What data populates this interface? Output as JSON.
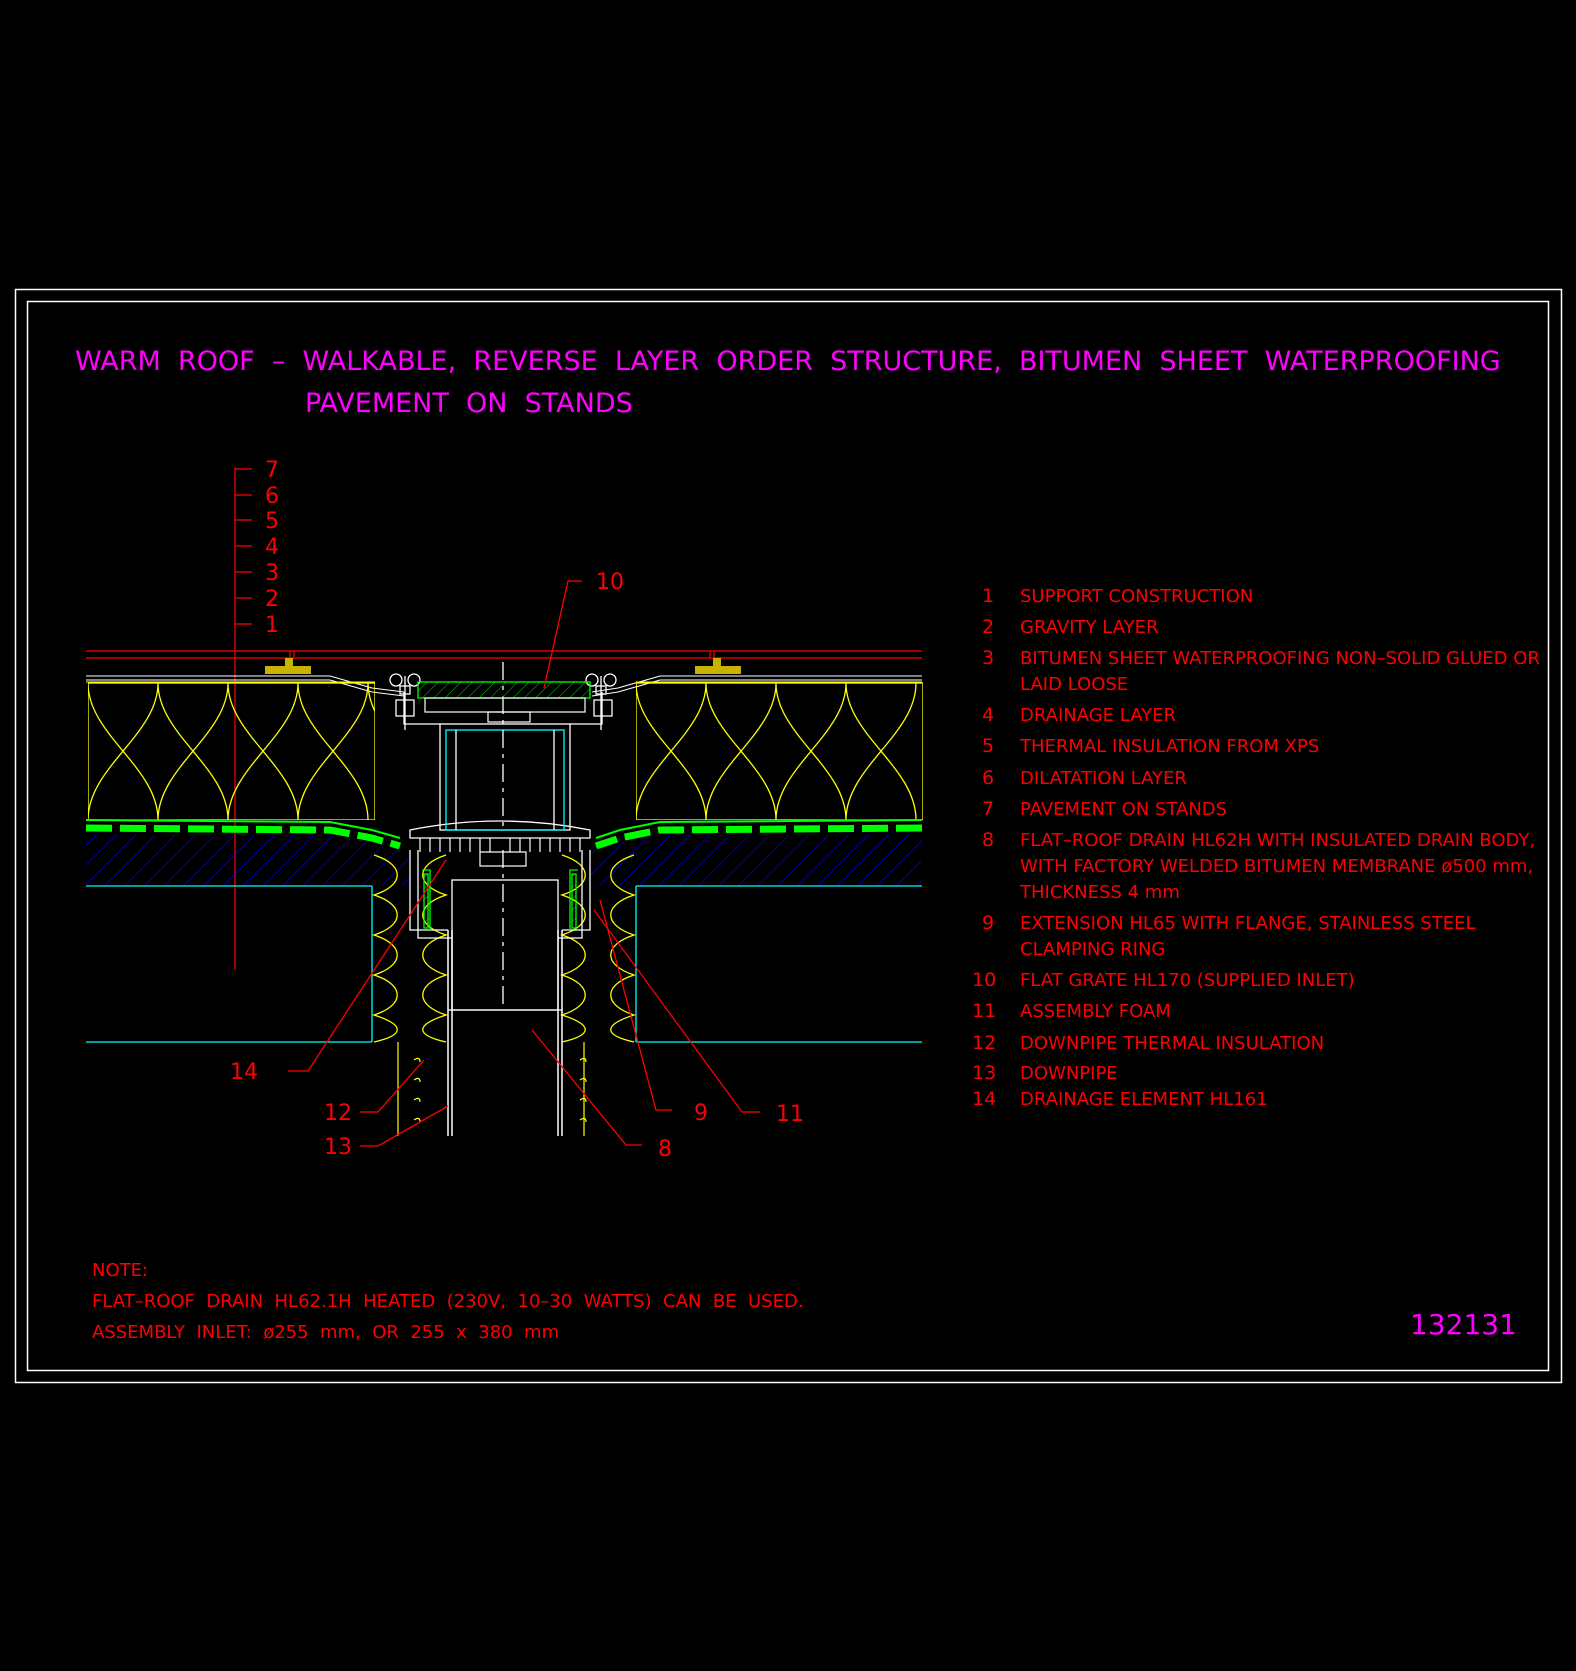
{
  "title": {
    "line1": "WARM  ROOF  –  WALKABLE,  REVERSE  LAYER  ORDER  STRUCTURE,  BITUMEN  SHEET  WATERPROOFING",
    "line2": "PAVEMENT  ON  STANDS"
  },
  "layer_ticks": [
    "7",
    "6",
    "5",
    "4",
    "3",
    "2",
    "1"
  ],
  "callouts": {
    "c10": "10",
    "c14": "14",
    "c12": "12",
    "c13": "13",
    "c8": "8",
    "c9": "9",
    "c11": "11"
  },
  "legend": [
    {
      "num": "1",
      "lines": [
        "SUPPORT  CONSTRUCTION"
      ]
    },
    {
      "num": "2",
      "lines": [
        "GRAVITY  LAYER"
      ]
    },
    {
      "num": "3",
      "lines": [
        "BITUMEN  SHEET  WATERPROOFING  NON–SOLID  GLUED  OR",
        "LAID  LOOSE"
      ]
    },
    {
      "num": "4",
      "lines": [
        "DRAINAGE  LAYER"
      ]
    },
    {
      "num": "5",
      "lines": [
        "THERMAL  INSULATION  FROM  XPS"
      ]
    },
    {
      "num": "6",
      "lines": [
        "DILATATION  LAYER"
      ]
    },
    {
      "num": "7",
      "lines": [
        "PAVEMENT  ON  STANDS"
      ]
    },
    {
      "num": "8",
      "lines": [
        "FLAT–ROOF  DRAIN  HL62H  WITH  INSULATED  DRAIN  BODY,",
        "WITH  FACTORY  WELDED  BITUMEN  MEMBRANE  ø500  mm,",
        "THICKNESS  4  mm"
      ]
    },
    {
      "num": "9",
      "lines": [
        "EXTENSION  HL65  WITH  FLANGE,  STAINLESS  STEEL",
        "CLAMPING  RING"
      ]
    },
    {
      "num": "10",
      "lines": [
        "FLAT  GRATE  HL170  (SUPPLIED  INLET)"
      ]
    },
    {
      "num": "11",
      "lines": [
        "ASSEMBLY  FOAM"
      ]
    },
    {
      "num": "12",
      "lines": [
        "DOWNPIPE  THERMAL  INSULATION"
      ]
    },
    {
      "num": "13",
      "lines": [
        "DOWNPIPE"
      ]
    },
    {
      "num": "14",
      "lines": [
        "DRAINAGE  ELEMENT  HL161"
      ]
    }
  ],
  "note": {
    "heading": "NOTE:",
    "line1": "FLAT–ROOF  DRAIN  HL62.1H  HEATED  (230V,  10–30  WATTS)  CAN  BE  USED.",
    "line2": "ASSEMBLY  INLET:  ø255  mm,  OR  255  x  380  mm"
  },
  "drawing_number": "132131",
  "colors": {
    "background": "#000000",
    "frame": "#ffffff",
    "title": "#ff00ff",
    "text": "#ff0000",
    "insulation": "#ffff00",
    "drainage": "#00ff00",
    "hatch": "#0000ff",
    "structure": "#00ffff",
    "pad": "#c8b400"
  },
  "icons": {
    "wing-nut": "wing-nut-icon",
    "grate": "grate-icon"
  }
}
